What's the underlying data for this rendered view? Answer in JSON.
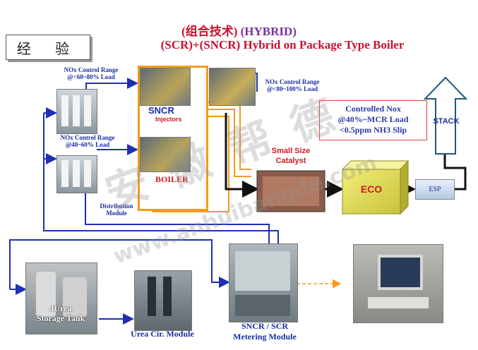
{
  "header": {
    "chinese_tag": "(组合技术)",
    "hybrid_tag": "(HYBRID)",
    "title": "(SCR)+(SNCR) Hybrid on Package Type Boiler",
    "badge": "经 验"
  },
  "labels": {
    "nox_range_top": "NOx Control Range",
    "nox_load_top": "@<60~80% Load",
    "nox_range_mid": "NOx Control Range",
    "nox_load_mid": "@40~60% Load",
    "nox_range_right": "NOx Control Range",
    "nox_load_right": "@<80~100% Load",
    "sncr": "SNCR",
    "injectors": "Injectors",
    "boiler": "BOILER",
    "distribution_1": "Distribution",
    "distribution_2": "Module",
    "catalyst_1": "Small Size",
    "catalyst_2": "Catalyst",
    "eco": "ECO",
    "esp": "ESP",
    "stack": "STACK",
    "controlled_1": "Controlled Nox",
    "controlled_2": "@40%~MCR Load",
    "controlled_3": "<0.5ppm NH3 Slip",
    "urea_tank_1": "4Urea",
    "urea_tank_2": "Storage Tank",
    "urea_cir": "Urea Cir. Module",
    "metering_1": "SNCR / SCR",
    "metering_2": "Metering Module"
  },
  "watermark": {
    "cn": "安 徽 帮 德",
    "url": "www.anhuibangde.com"
  },
  "colors": {
    "title_red": "#c8102e",
    "hybrid_purple": "#7a2fa0",
    "label_blue": "#1a2ea0",
    "flow_blue": "#1f2fb5",
    "boiler_orange": "#f39a1e",
    "eco_yellow": "#e6e25a"
  }
}
